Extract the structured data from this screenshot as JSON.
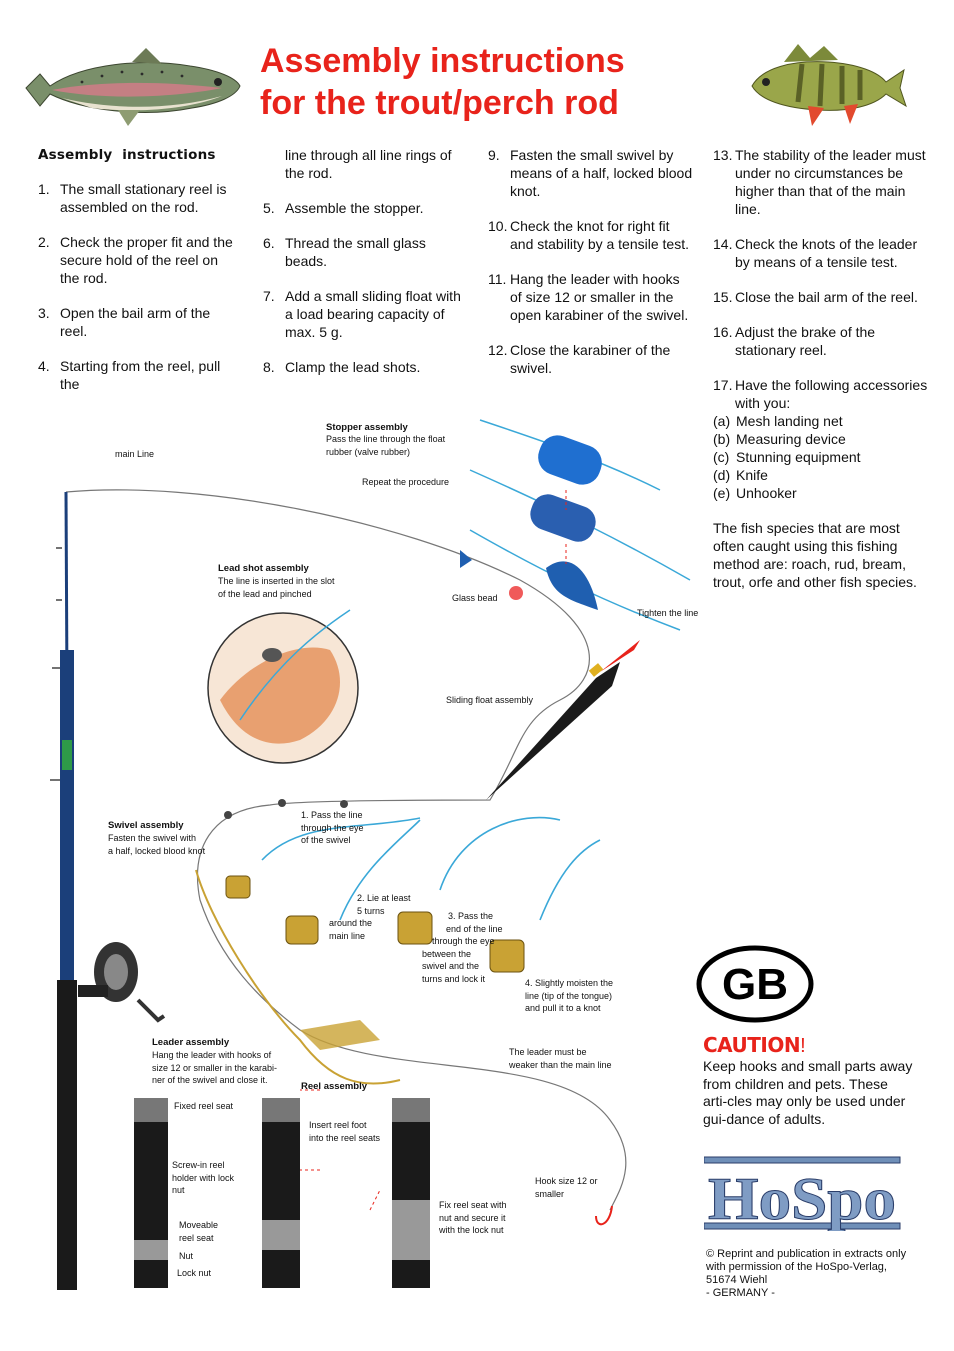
{
  "title": {
    "line1": "Assembly instructions",
    "line2": "for the trout/perch rod"
  },
  "instructions": {
    "heading": "Assembly  instructions",
    "col1": [
      {
        "n": "1.",
        "text": "The small stationary reel is assembled on the rod."
      },
      {
        "n": "2.",
        "text": "Check the proper fit and the secure hold of the reel on the rod."
      },
      {
        "n": "3.",
        "text": "Open the bail arm of the reel."
      },
      {
        "n": "4.",
        "text": "Starting from the reel, pull the"
      }
    ],
    "col2_continuation": "line through all line rings of the rod.",
    "col2": [
      {
        "n": "5.",
        "text": "Assemble the stopper."
      },
      {
        "n": "6.",
        "text": "Thread the small glass beads."
      },
      {
        "n": "7.",
        "text": "Add a small sliding float with a load bearing capacity of max. 5 g."
      },
      {
        "n": "8.",
        "text": "Clamp the lead shots."
      }
    ],
    "col3": [
      {
        "n": "9.",
        "text": "Fasten the small swivel by means of a half, locked blood knot."
      },
      {
        "n": "10.",
        "text": "Check the knot for right fit and stability by a tensile test."
      },
      {
        "n": "11.",
        "text": "Hang the leader with hooks of size 12 or smaller in the open karabiner of the swivel."
      },
      {
        "n": "12.",
        "text": "Close the karabiner of the swivel."
      }
    ],
    "col4": [
      {
        "n": "13.",
        "text": "The stability of the leader must under no circumstances be higher than that of the main line."
      },
      {
        "n": "14.",
        "text": "Check the knots of the leader by means of a tensile test."
      },
      {
        "n": "15.",
        "text": "Close the bail arm of the reel."
      },
      {
        "n": "16.",
        "text": "Adjust the brake of the stationary reel."
      },
      {
        "n": "17.",
        "text": "Have the following accessories with you:"
      }
    ],
    "accessories": [
      {
        "n": "(a)",
        "text": "Mesh landing net"
      },
      {
        "n": "(b)",
        "text": "Measuring device"
      },
      {
        "n": "(c)",
        "text": "Stunning equipment"
      },
      {
        "n": "(d)",
        "text": "Knife"
      },
      {
        "n": "(e)",
        "text": "Unhooker"
      }
    ],
    "species": "The fish species that are most often caught using this fishing method are: roach, rud, bream, trout, orfe and other fish species."
  },
  "diagram": {
    "main_line": "main Line",
    "stopper_title": "Stopper assembly",
    "stopper_desc1": "Pass the line through the float",
    "stopper_desc2": "rubber (valve rubber)",
    "repeat": "Repeat the procedure",
    "tighten": "Tighten the line",
    "glass_bead": "Glass bead",
    "lead_title": "Lead shot assembly",
    "lead_desc1": "The line is inserted in the slot",
    "lead_desc2": "of the lead and pinched",
    "float": "Sliding float assembly",
    "swivel_title": "Swivel assembly",
    "swivel_desc1": "Fasten the swivel with",
    "swivel_desc2": "a half, locked blood knot",
    "knot1": [
      "1. Pass the line",
      "through the eye",
      "of the swivel"
    ],
    "knot2": [
      "2. Lie at least",
      "5 turns",
      "around the",
      "main line"
    ],
    "knot3": [
      "3. Pass the",
      "end of the line",
      "through the eye",
      "between the",
      "swivel and the",
      "turns and lock it"
    ],
    "knot4": [
      "4. Slightly moisten the",
      "line (tip of the tongue)",
      "and pull it to a knot"
    ],
    "leader_title": "Leader assembly",
    "leader_desc": [
      "Hang the leader with hooks of",
      "size 12 or smaller in the karabi-",
      "ner of the swivel and close it."
    ],
    "leader_weaker": [
      "The leader must be",
      "weaker than the main line"
    ],
    "reel_title": "Reel assembly",
    "fixed_seat": "Fixed reel seat",
    "screw_in": [
      "Screw-in reel",
      "holder with lock",
      "nut"
    ],
    "moveable": [
      "Moveable",
      "reel seat"
    ],
    "nut": "Nut",
    "lock_nut": "Lock nut",
    "insert_foot": [
      "Insert reel foot",
      "into the reel seats"
    ],
    "fix_seat": [
      "Fix reel seat with",
      "nut and secure it",
      "with the lock nut"
    ],
    "hook": [
      "Hook size 12 or",
      "smaller"
    ]
  },
  "badge": "GB",
  "caution": {
    "heading": "CAUTION",
    "mark": "!",
    "text": "Keep hooks and small parts away from children and pets. These arti-cles may only be used under gui-dance of adults."
  },
  "logo": "HoSpo",
  "footer": [
    "© Reprint and publication in extracts only",
    "with permission of the HoSpo-Verlag,",
    "51674 Wiehl",
    "- GERMANY -"
  ],
  "colors": {
    "accent": "#e8231b",
    "line": "#3aa8d8",
    "rod": "#1b3f7a",
    "logo": "#6f8fb8"
  }
}
